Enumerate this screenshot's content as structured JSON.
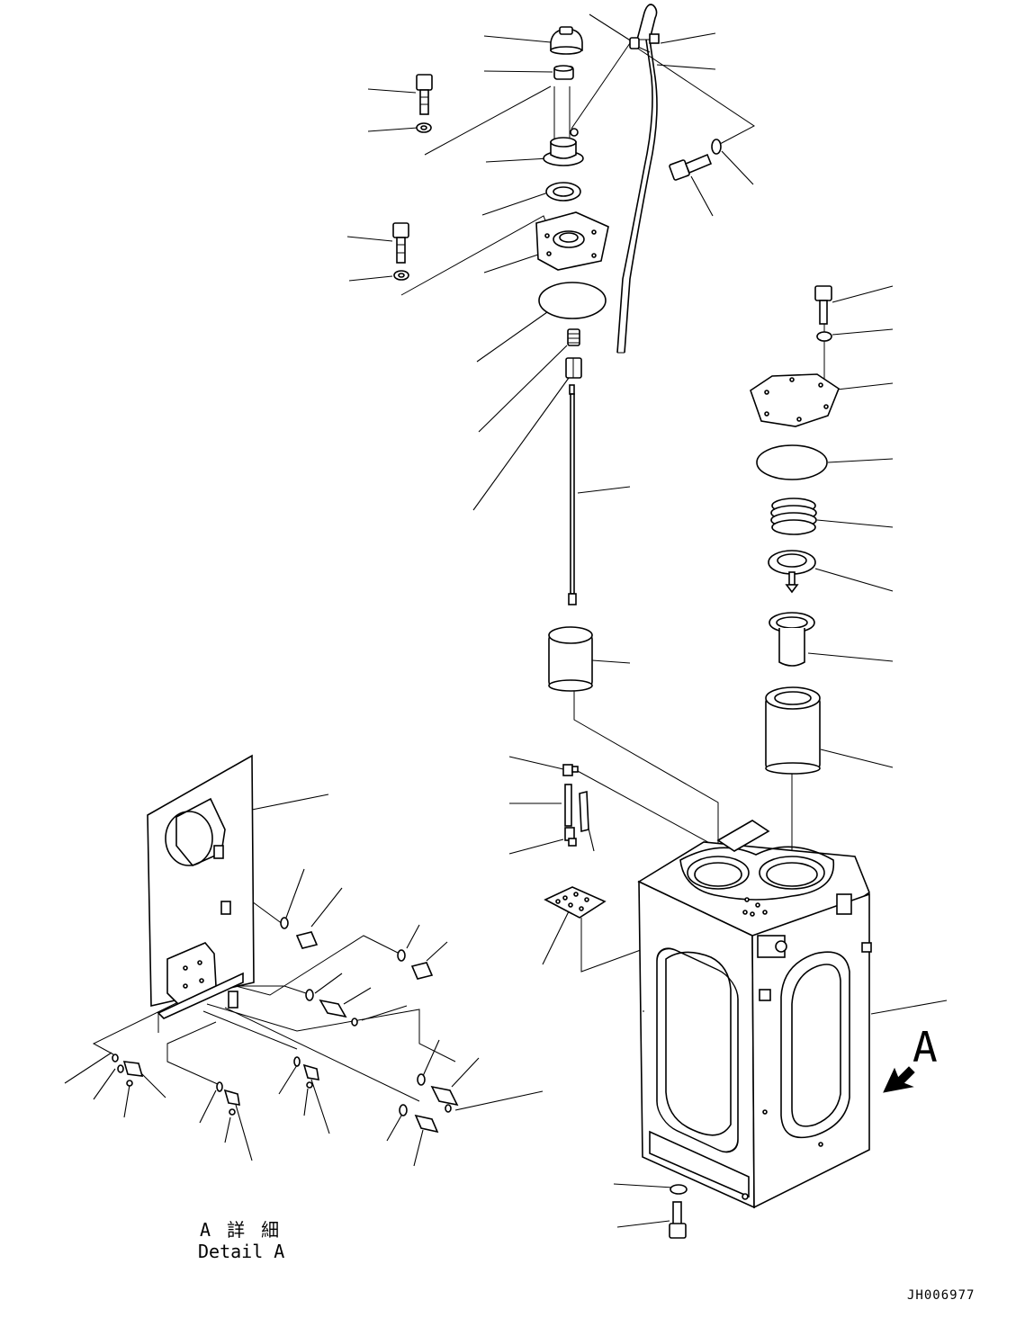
{
  "detail": {
    "letter": "A",
    "caption_jp": "A 詳 細",
    "caption_en": "Detail A"
  },
  "drawing_id": "JH006977"
}
